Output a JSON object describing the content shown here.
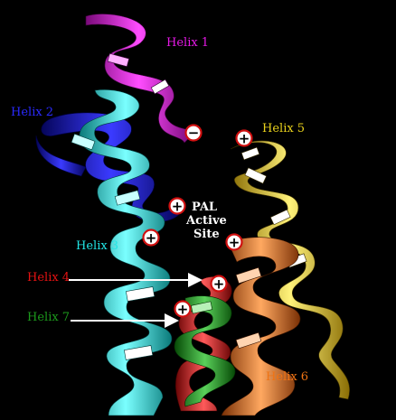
{
  "labels": {
    "helix1": "Helix 1",
    "helix2": "Helix 2",
    "helix3": "Helix 3",
    "helix4": "Helix 4",
    "helix5": "Helix 5",
    "helix6": "Helix 6",
    "helix7": "Helix 7",
    "active_site": [
      "PAL",
      "Active",
      "Site"
    ]
  },
  "colors": {
    "helix1": "#e619e6",
    "helix2": "#1a1ae6",
    "helix3": "#22e6e6",
    "helix4": "#e61212",
    "helix5": "#ead21c",
    "helix6": "#f07414",
    "helix7": "#1c9a1c",
    "background": "#000000",
    "text": "#ffffff"
  },
  "charge_markers": {
    "negative": "−",
    "positive": "+"
  }
}
